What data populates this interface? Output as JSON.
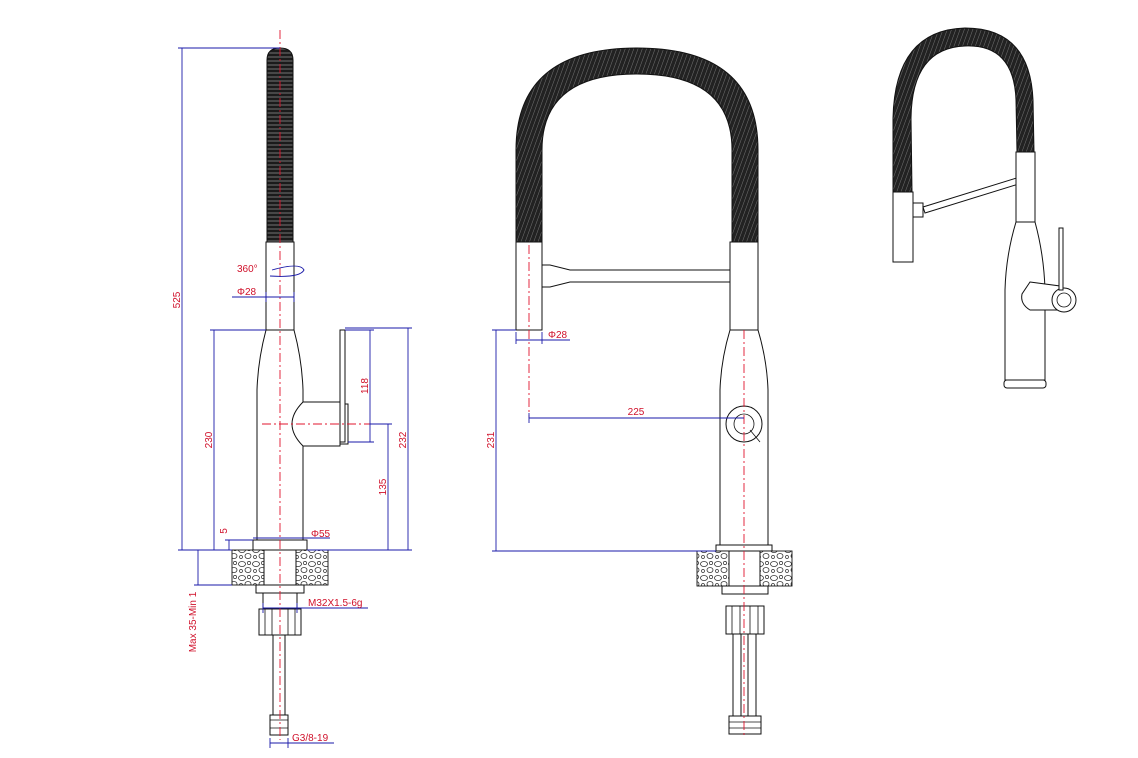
{
  "colors": {
    "dimension_line": "#1a1aa8",
    "dimension_text": "#d0102a",
    "centerline": "#e0142e",
    "outline": "#111111",
    "hose": "#111111"
  },
  "side_view": {
    "height_total": "525",
    "rotation": "360°",
    "spout_diameter": "Φ28",
    "body_height": "230",
    "handle_span": "118",
    "handle_axis_height": "135",
    "overall_height_right": "232",
    "base_offset": "5",
    "base_diameter": "Φ55",
    "counter_thickness": "Max 35-Min 1",
    "thread_spec": "M32X1.5-6g",
    "hose_connector": "G3/8-19"
  },
  "front_view": {
    "head_diameter": "Φ28",
    "spout_reach": "225",
    "spout_height": "231"
  }
}
